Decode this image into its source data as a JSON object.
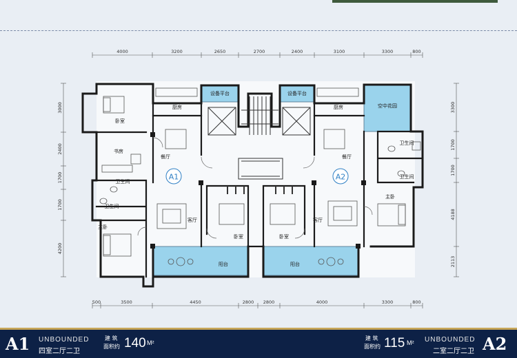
{
  "top_dims": [
    "4000",
    "3200",
    "2650",
    "2700",
    "2400",
    "3100",
    "3300",
    "800"
  ],
  "bottom_dims": [
    "500",
    "3500",
    "4450",
    "2800",
    "2800",
    "4000",
    "3300",
    "800"
  ],
  "left_dims": [
    "3000",
    "2400",
    "1700",
    "1700",
    "4200"
  ],
  "right_dims": [
    "3300",
    "1700",
    "1700",
    "4188",
    "2113"
  ],
  "rooms": {
    "shebei_l": "设备平台",
    "shebei_r": "设备平台",
    "chufang_l": "厨房",
    "chufang_r": "厨房",
    "kongzhong": "空中花园",
    "woshi_l": "卧室",
    "shufang": "书房",
    "canting_l": "餐厅",
    "canting_r": "餐厅",
    "wsj_l1": "卫生间",
    "wsj_l2": "卫生间",
    "wsj_r1": "卫生间",
    "wsj_r2": "卫生间",
    "keting_l": "客厅",
    "keting_r": "客厅",
    "zhuwo_l": "主卧",
    "zhuwo_r": "主卧",
    "woshi_c1": "卧室",
    "woshi_c2": "卧室",
    "yangtai_l": "阳台",
    "yangtai_r": "阳台"
  },
  "unit_labels": {
    "a1": "A1",
    "a2": "A2"
  },
  "footer": {
    "a1": {
      "code": "A1",
      "en": "UNBOUNDED",
      "rooms": "四室二厅二卫",
      "lbl1": "建 筑",
      "lbl2": "面积约",
      "area": "140",
      "unit": "M²"
    },
    "a2": {
      "code": "A2",
      "en": "UNBOUNDED",
      "rooms": "二室二厅二卫",
      "lbl1": "建 筑",
      "lbl2": "面积约",
      "area": "115",
      "unit": "M²"
    }
  },
  "colors": {
    "wall": "#1a1a1a",
    "glass": "#9ad3ec",
    "label_bubble": "#2e7fc4",
    "footer_bg": "#0d2146",
    "gold": "#c6a558"
  }
}
